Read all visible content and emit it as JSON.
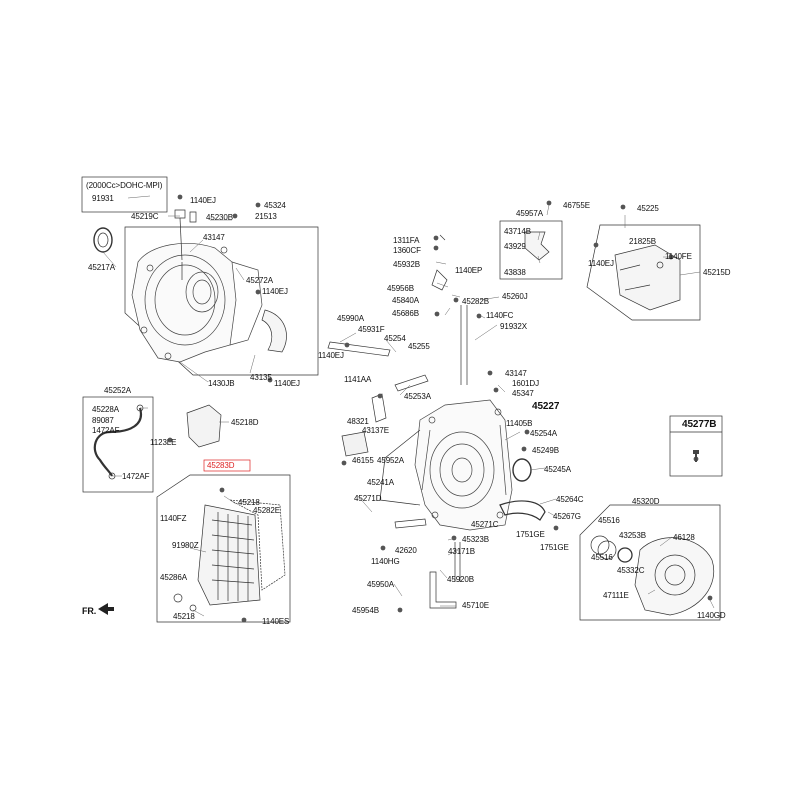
{
  "colors": {
    "line": "#333333",
    "part": "#555555",
    "highlight": "#dd2222",
    "background": "#ffffff"
  },
  "engine_note": "(2000Cc>DOHC-MPI)",
  "front_marker": "FR.",
  "highlighted_part": "45283D",
  "callout_box_label": "45277B",
  "labels": {
    "l91931": "91931",
    "l1140EJ_a": "1140EJ",
    "l45324": "45324",
    "l45219C": "45219C",
    "l45230B": "45230B",
    "l21513": "21513",
    "l43147_a": "43147",
    "l45217A": "45217A",
    "l45272A": "45272A",
    "l1140EJ_b": "1140EJ",
    "l43135": "43135",
    "l1140EJ_c": "1140EJ",
    "l1430JB": "1430JB",
    "l45252A": "45252A",
    "l45228A": "45228A",
    "l89087": "89087",
    "l1472AF_a": "1472AF",
    "l1472AF_b": "1472AF",
    "l45218D": "45218D",
    "l1123LE": "1123LE",
    "l45218_a": "45218",
    "l45282E": "45282E",
    "l1140FZ": "1140FZ",
    "l91980Z": "91980Z",
    "l45286A": "45286A",
    "l45218_b": "45218",
    "l1140ES": "1140ES",
    "l45990A": "45990A",
    "l45931F": "45931F",
    "l1140EJ_d": "1140EJ",
    "l45254": "45254",
    "l45255": "45255",
    "l1141AA": "1141AA",
    "l45253A": "45253A",
    "l48321": "48321",
    "l43137E": "43137E",
    "l46155": "46155",
    "l45952A": "45952A",
    "l45241A": "45241A",
    "l45271D": "45271D",
    "l42620": "42620",
    "l1140HG": "1140HG",
    "l45950A": "45950A",
    "l45954B": "45954B",
    "l45710E": "45710E",
    "l45920B": "45920B",
    "l43171B": "43171B",
    "l45323B": "45323B",
    "l45271C": "45271C",
    "l1311FA": "1311FA",
    "l1360CF": "1360CF",
    "l45932B": "45932B",
    "l1140EP": "1140EP",
    "l45956B": "45956B",
    "l45840A": "45840A",
    "l45686B": "45686B",
    "l45282B": "45282B",
    "l45260J": "45260J",
    "l1140FC": "1140FC",
    "l91932X": "91932X",
    "l45957A": "45957A",
    "l46755E": "46755E",
    "l43714B": "43714B",
    "l43929": "43929",
    "l43838": "43838",
    "l45225": "45225",
    "l21825B": "21825B",
    "l1140EJ_e": "1140EJ",
    "l1140FE": "1140FE",
    "l45215D": "45215D",
    "l43147_b": "43147",
    "l1601DJ": "1601DJ",
    "l45347": "45347",
    "l45227": "45227",
    "l11405B": "11405B",
    "l45254A": "45254A",
    "l45249B": "45249B",
    "l45245A": "45245A",
    "l45264C": "45264C",
    "l45267G": "45267G",
    "l1751GE_a": "1751GE",
    "l1751GE_b": "1751GE",
    "l45320D": "45320D",
    "l45516_a": "45516",
    "l45516_b": "45516",
    "l43253B": "43253B",
    "l46128": "46128",
    "l45332C": "45332C",
    "l47111E": "47111E",
    "l1140GD": "1140GD"
  }
}
